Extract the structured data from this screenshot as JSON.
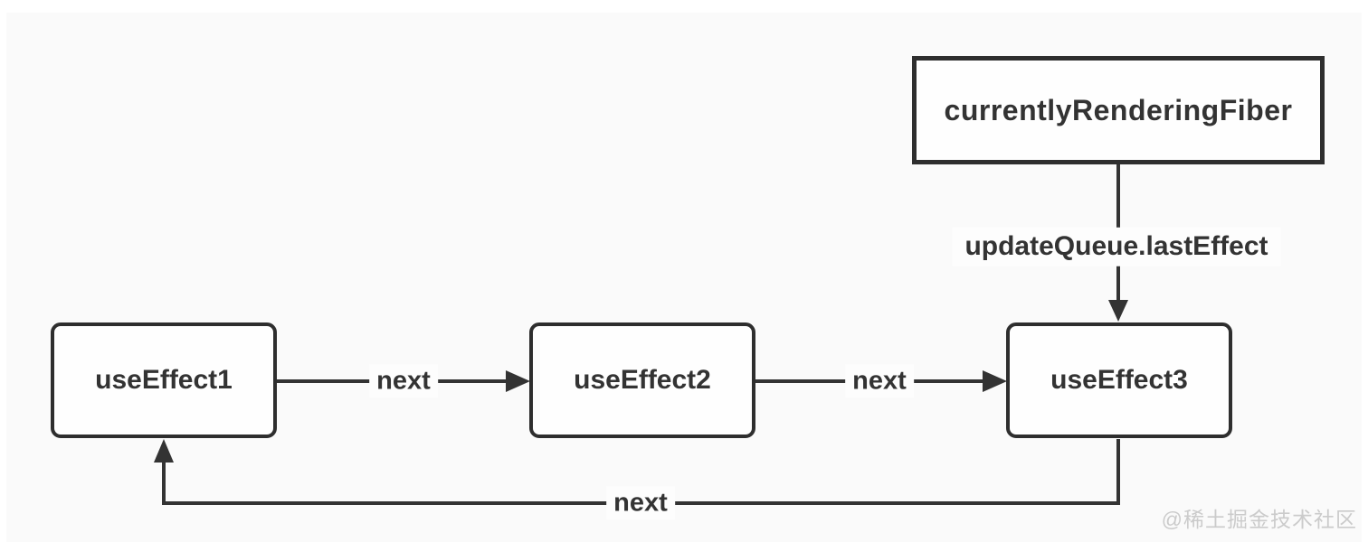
{
  "diagram": {
    "title_hint": "React hooks effect linked list",
    "fiber_node": {
      "label": "currentlyRenderingFiber"
    },
    "effect_nodes": [
      {
        "label": "useEffect1"
      },
      {
        "label": "useEffect2"
      },
      {
        "label": "useEffect3"
      }
    ],
    "edges": {
      "fiber_to_effect3": {
        "label": "updateQueue.lastEffect"
      },
      "effect1_to_effect2": {
        "label": "next"
      },
      "effect2_to_effect3": {
        "label": "next"
      },
      "effect3_to_effect1": {
        "label": "next"
      }
    },
    "colors": {
      "line": "#333333",
      "node_border": "#2e2e2e",
      "node_fill": "#fefefe",
      "text": "#333333",
      "canvas_bg": "#fafafa",
      "watermark": "#cbcbcb"
    }
  },
  "watermark": {
    "text": "@稀土掘金技术社区"
  }
}
